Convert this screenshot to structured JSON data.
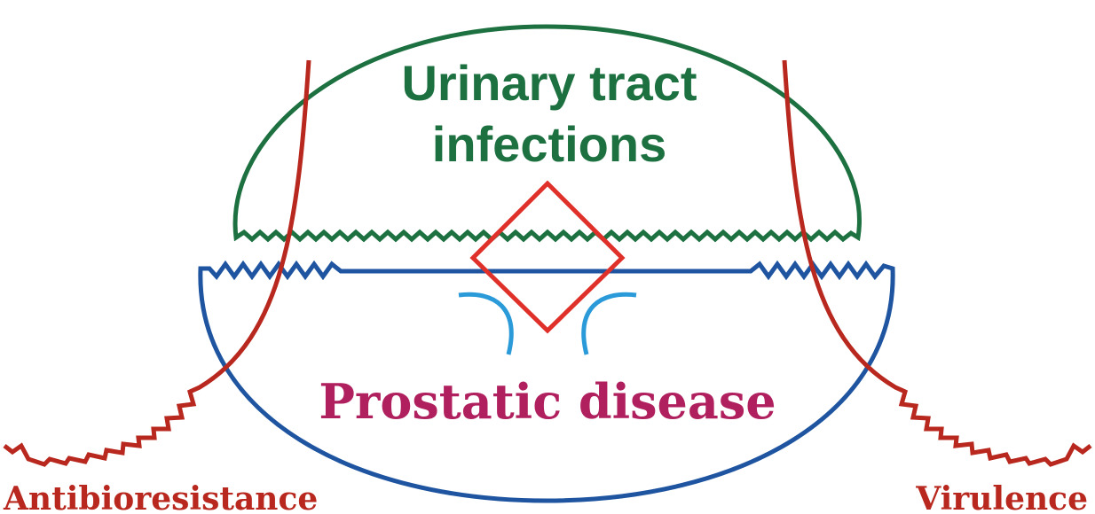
{
  "labels": {
    "uti_line1": "Urinary tract",
    "uti_line2": "infections",
    "prostatic": "Prostatic disease",
    "antibioresistance": "Antibioresistance",
    "virulence": "Virulence"
  },
  "colors": {
    "uti": "#1d7040",
    "prostatic_outline": "#1f55a0",
    "prostatic_text": "#b0205e",
    "risk_curves": "#b8281e",
    "diamond": "#e0302a",
    "arcs": "#2a9ad8"
  }
}
